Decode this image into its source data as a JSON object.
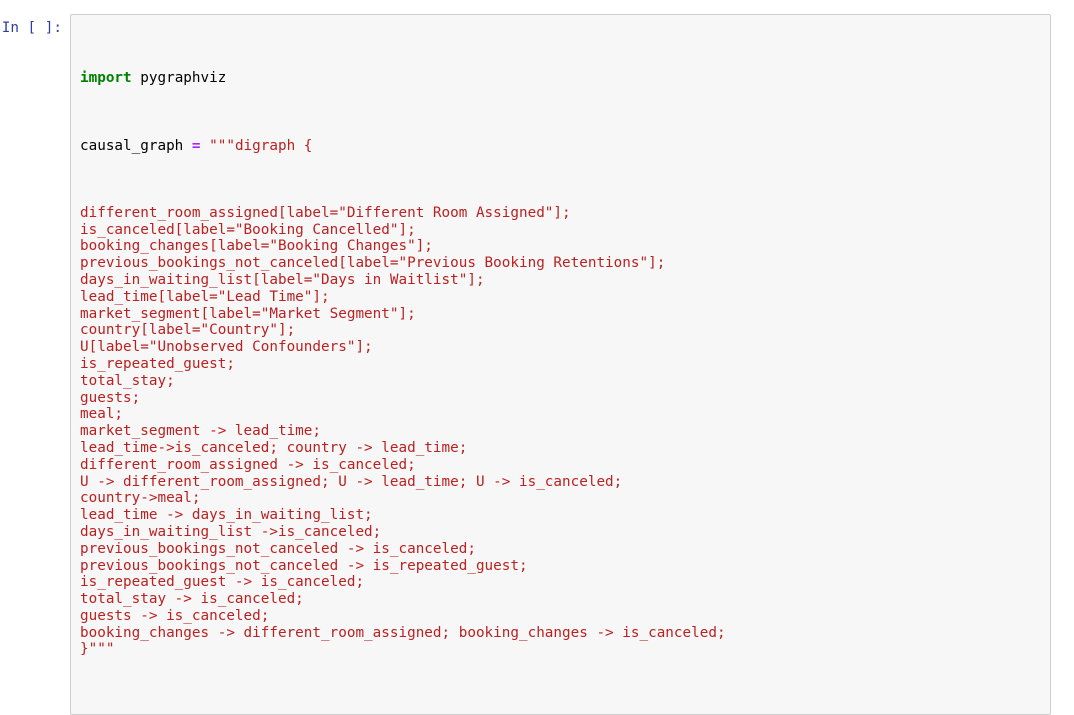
{
  "notebook": {
    "prompt_label": "In [ ]:",
    "cell_type": "code",
    "language": "python",
    "colors": {
      "prompt": "#303F9F",
      "cell_background": "#F7F7F7",
      "cell_border": "#CFCFCF",
      "page_background": "#FFFFFF",
      "keyword": "#008000",
      "operator": "#AA22FF",
      "string": "#BA2121",
      "name": "#000000"
    },
    "code": {
      "line_01_keyword": "import",
      "line_01_module": " pygraphviz",
      "line_02_name": "causal_graph ",
      "line_02_op": "=",
      "line_02_str": " \"\"\"digraph {",
      "lines_string": [
        "different_room_assigned[label=\"Different Room Assigned\"];",
        "is_canceled[label=\"Booking Cancelled\"];",
        "booking_changes[label=\"Booking Changes\"];",
        "previous_bookings_not_canceled[label=\"Previous Booking Retentions\"];",
        "days_in_waiting_list[label=\"Days in Waitlist\"];",
        "lead_time[label=\"Lead Time\"];",
        "market_segment[label=\"Market Segment\"];",
        "country[label=\"Country\"];",
        "U[label=\"Unobserved Confounders\"];",
        "is_repeated_guest;",
        "total_stay;",
        "guests;",
        "meal;",
        "market_segment -> lead_time;",
        "lead_time->is_canceled; country -> lead_time;",
        "different_room_assigned -> is_canceled;",
        "U -> different_room_assigned; U -> lead_time; U -> is_canceled;",
        "country->meal;",
        "lead_time -> days_in_waiting_list;",
        "days_in_waiting_list ->is_canceled;",
        "previous_bookings_not_canceled -> is_canceled;",
        "previous_bookings_not_canceled -> is_repeated_guest;",
        "is_repeated_guest -> is_canceled;",
        "total_stay -> is_canceled;",
        "guests -> is_canceled;",
        "booking_changes -> different_room_assigned; booking_changes -> is_canceled;",
        "}\"\"\""
      ]
    }
  }
}
